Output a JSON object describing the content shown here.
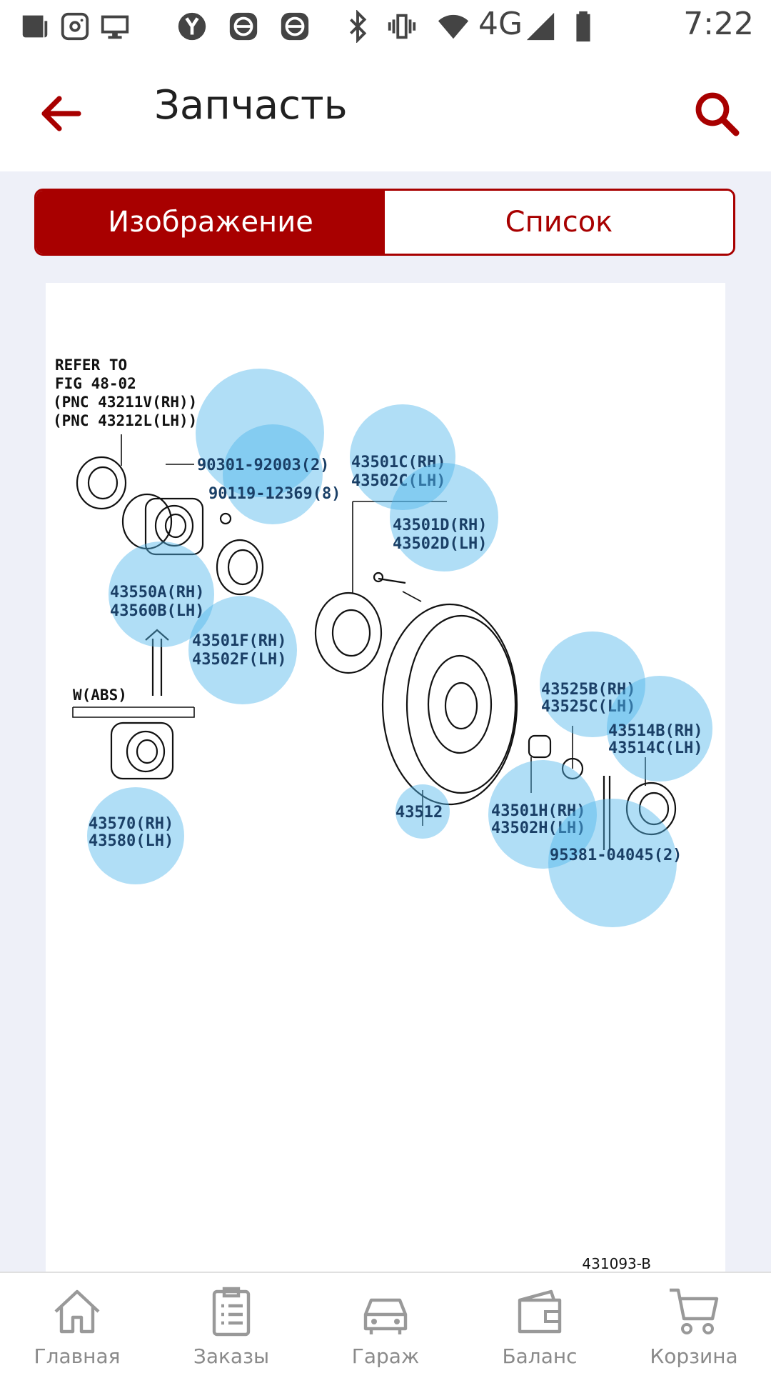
{
  "status_bar": {
    "time": "7:22",
    "network": "4G"
  },
  "app_bar": {
    "title": "Запчасть"
  },
  "tabs": [
    {
      "label": "Изображение",
      "active": true
    },
    {
      "label": "Список",
      "active": false
    }
  ],
  "diagram": {
    "refer_note": [
      "REFER TO",
      "FIG 48-02",
      "(PNC 43211V(RH))",
      "(PNC 43212L(LH))"
    ],
    "abs_label": "W(ABS)",
    "figure_id": "431093-B",
    "hotspots": [
      {
        "lines": [
          "90301-92003(2)",
          "90119-12369(8)"
        ]
      },
      {
        "lines": [
          "43501C(RH)",
          "43502C(LH)"
        ]
      },
      {
        "lines": [
          "43501D(RH)",
          "43502D(LH)"
        ]
      },
      {
        "lines": [
          "43550A(RH)",
          "43560B(LH)"
        ]
      },
      {
        "lines": [
          "43501F(RH)",
          "43502F(LH)"
        ]
      },
      {
        "lines": [
          "43525B(RH)",
          "43525C(LH)"
        ]
      },
      {
        "lines": [
          "43514B(RH)",
          "43514C(LH)"
        ]
      },
      {
        "lines": [
          "43512"
        ]
      },
      {
        "lines": [
          "43501H(RH)",
          "43502H(LH)"
        ]
      },
      {
        "lines": [
          "95381-04045(2)"
        ]
      },
      {
        "lines": [
          "43570(RH)",
          "43580(LH)"
        ]
      }
    ]
  },
  "bottom_nav": [
    {
      "label": "Главная",
      "icon": "home-icon"
    },
    {
      "label": "Заказы",
      "icon": "orders-icon"
    },
    {
      "label": "Гараж",
      "icon": "car-icon"
    },
    {
      "label": "Баланс",
      "icon": "wallet-icon"
    },
    {
      "label": "Корзина",
      "icon": "cart-icon"
    }
  ],
  "colors": {
    "accent": "#a80000",
    "hotspot": "#4fb5ea",
    "background": "#eef0f8"
  }
}
